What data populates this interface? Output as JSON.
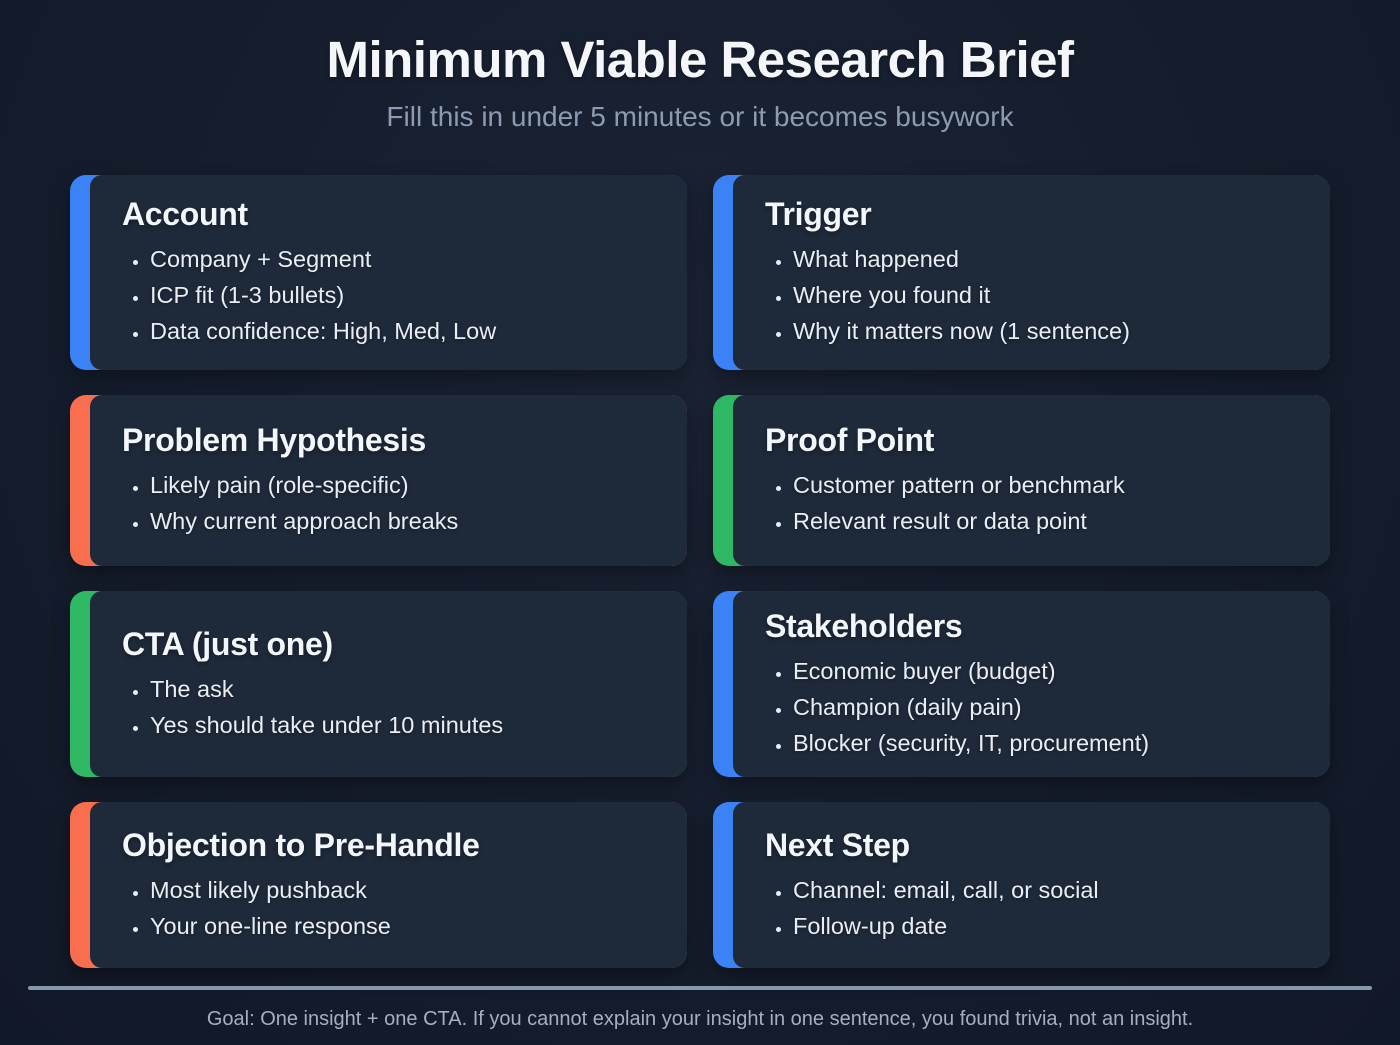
{
  "header": {
    "title": "Minimum Viable Research Brief",
    "subtitle": "Fill this in under 5 minutes or it becomes busywork"
  },
  "accent_colors": {
    "blue": "#3b82f6",
    "orange": "#fa6e50",
    "green": "#2eb863"
  },
  "cards": [
    {
      "title": "Account",
      "accent": "blue",
      "bullets": [
        "Company + Segment",
        "ICP fit (1-3 bullets)",
        "Data confidence: High, Med, Low"
      ]
    },
    {
      "title": "Trigger",
      "accent": "blue",
      "bullets": [
        "What happened",
        "Where you found it",
        "Why it matters now (1 sentence)"
      ]
    },
    {
      "title": "Problem Hypothesis",
      "accent": "orange",
      "bullets": [
        "Likely pain (role-specific)",
        "Why current approach breaks"
      ]
    },
    {
      "title": "Proof Point",
      "accent": "green",
      "bullets": [
        "Customer pattern or benchmark",
        "Relevant result or data point"
      ]
    },
    {
      "title": "CTA (just one)",
      "accent": "green",
      "bullets": [
        "The ask",
        "Yes should take under 10 minutes"
      ]
    },
    {
      "title": "Stakeholders",
      "accent": "blue",
      "bullets": [
        "Economic buyer (budget)",
        "Champion (daily pain)",
        "Blocker (security, IT, procurement)"
      ]
    },
    {
      "title": "Objection to Pre-Handle",
      "accent": "orange",
      "bullets": [
        "Most likely pushback",
        "Your one-line response"
      ]
    },
    {
      "title": "Next Step",
      "accent": "blue",
      "bullets": [
        "Channel: email, call, or social",
        "Follow-up date"
      ]
    }
  ],
  "footer": {
    "note": "Goal: One insight + one CTA. If you cannot explain your insight in one sentence, you found trivia, not an insight."
  }
}
